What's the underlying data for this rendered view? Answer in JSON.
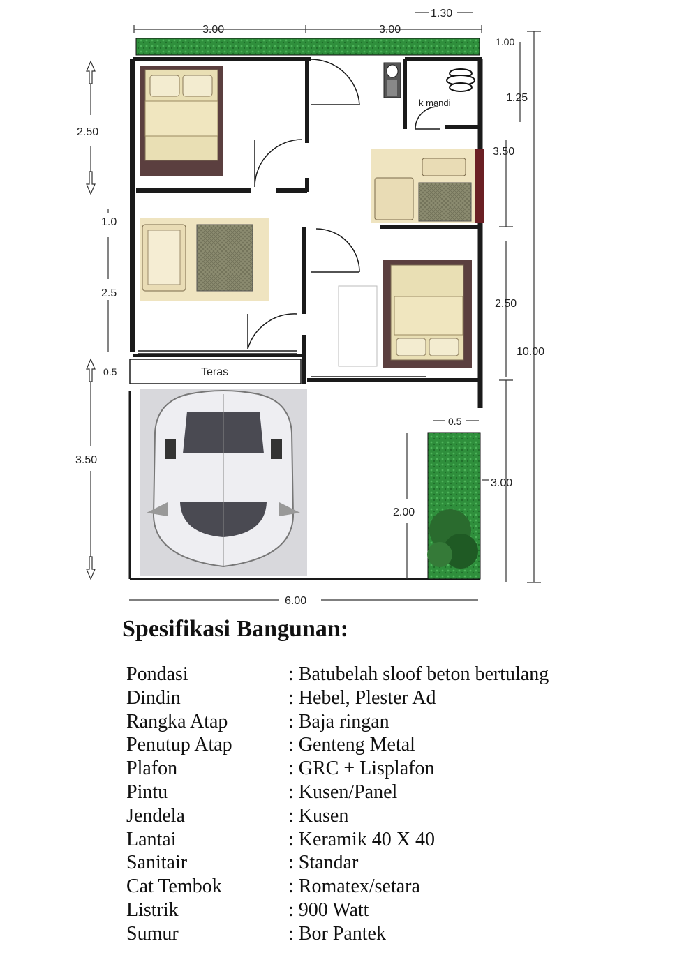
{
  "plan": {
    "dimensions": {
      "top_left": "3.00",
      "top_right": "3.00",
      "top_extra": "1.30",
      "right_1": "1.00",
      "right_2": "1.25",
      "right_3": "3.50",
      "right_4": "2.50",
      "right_total": "10.00",
      "right_5": "3.00",
      "left_1": "2.50",
      "left_2": "1.0",
      "left_3": "2.5",
      "left_4": "0.5",
      "left_5": "3.50",
      "bottom": "6.00",
      "garden_width": "0.5",
      "inner_vertical": "2.00"
    },
    "rooms": {
      "bathroom": "k mandi",
      "terrace": "Teras"
    },
    "colors": {
      "wall": "#1a1a1a",
      "grass": "#2e8b3a",
      "bed_frame": "#5a3e3e",
      "bed_sheet": "#e8dcae",
      "rug": "#8a8a6a",
      "car_body": "#cfcfd6"
    }
  },
  "spec": {
    "title": "Spesifikasi Bangunan:",
    "items": [
      {
        "label": "Pondasi",
        "value": "Batubelah sloof beton bertulang"
      },
      {
        "label": "Dindin",
        "value": "Hebel, Plester Ad"
      },
      {
        "label": "Rangka Atap",
        "value": "Baja ringan"
      },
      {
        "label": "Penutup Atap",
        "value": "Genteng Metal"
      },
      {
        "label": "Plafon",
        "value": "GRC + Lisplafon"
      },
      {
        "label": "Pintu",
        "value": "Kusen/Panel"
      },
      {
        "label": "Jendela",
        "value": "Kusen"
      },
      {
        "label": "Lantai",
        "value": "Keramik  40 X 40"
      },
      {
        "label": "Sanitair",
        "value": "Standar"
      },
      {
        "label": "Cat Tembok",
        "value": "Romatex/setara"
      },
      {
        "label": "Listrik",
        "value": "900 Watt"
      },
      {
        "label": "Sumur",
        "value": "Bor Pantek"
      }
    ]
  }
}
